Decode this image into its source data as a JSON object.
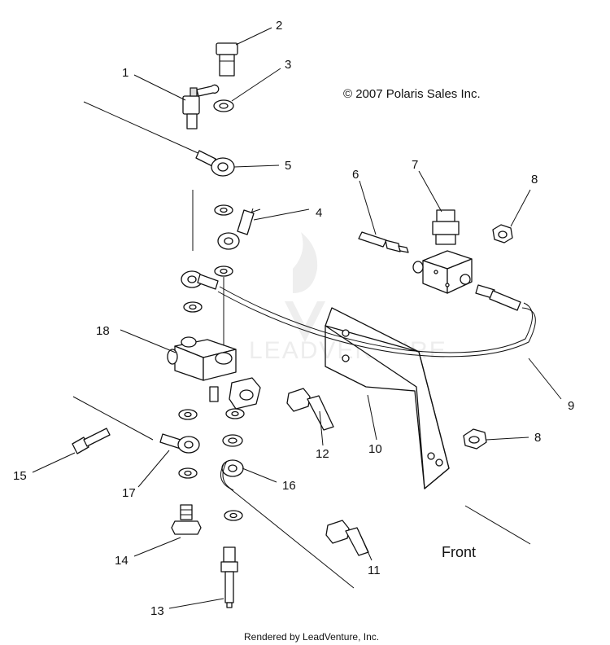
{
  "copyright": "© 2007 Polaris Sales Inc.",
  "front_label": "Front",
  "footer": "Rendered by LeadVenture, Inc.",
  "watermark": "LEADVENTURE",
  "callouts": [
    "1",
    "2",
    "3",
    "4",
    "5",
    "6",
    "7",
    "8",
    "8",
    "9",
    "10",
    "11",
    "12",
    "13",
    "14",
    "15",
    "16",
    "17",
    "18"
  ]
}
